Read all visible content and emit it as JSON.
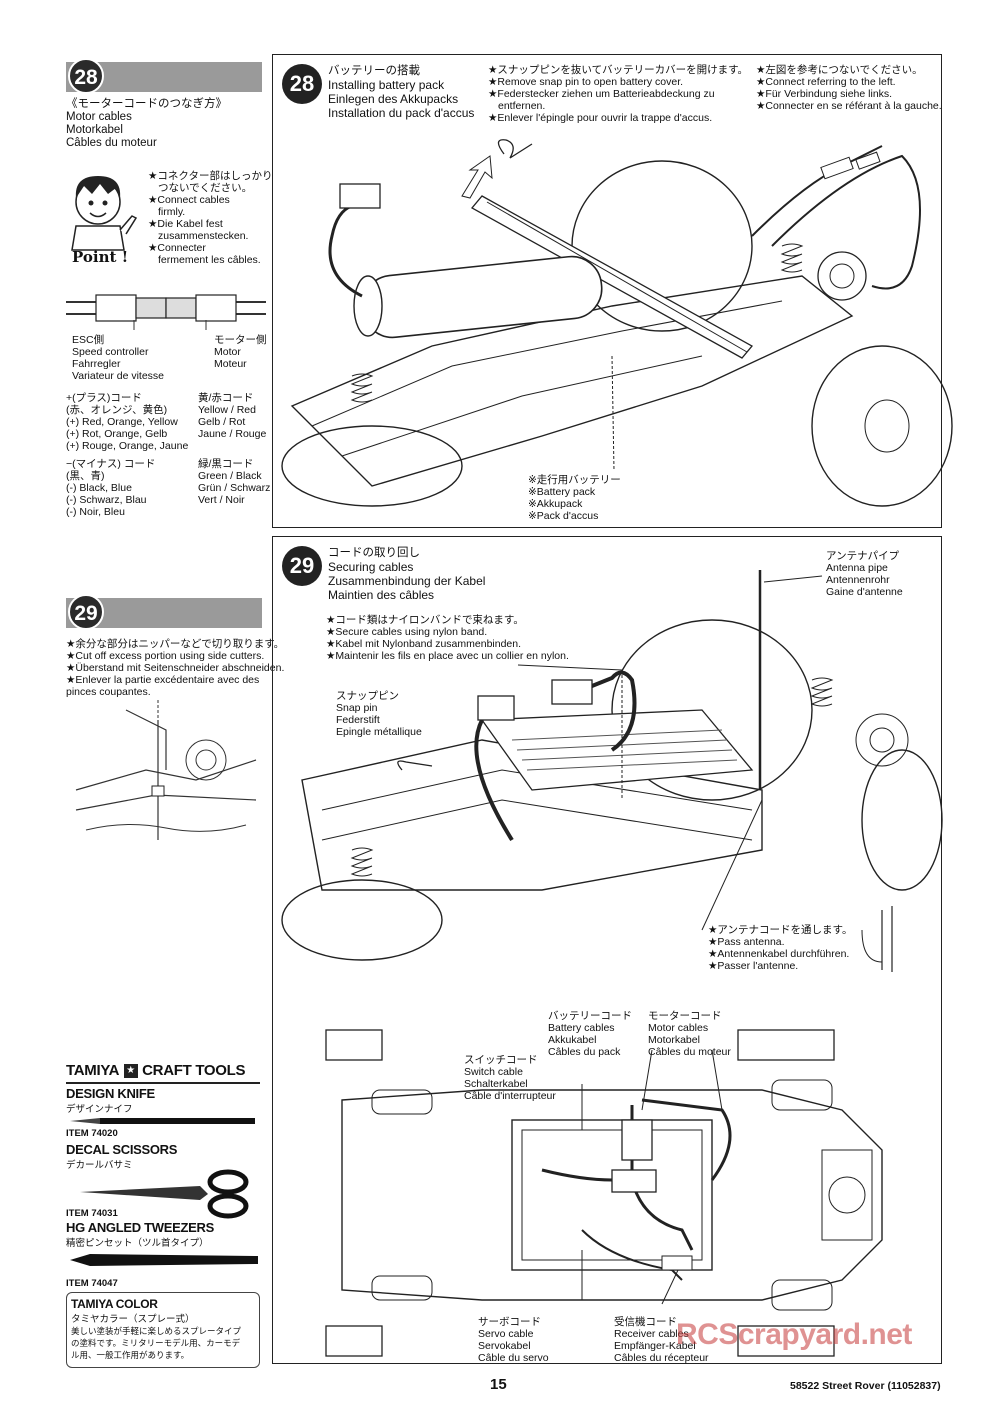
{
  "left": {
    "s28": {
      "number": "28",
      "lines": [
        "《モーターコードのつなぎ方》",
        "Motor cables",
        "Motorkabel",
        "Câbles du moteur"
      ],
      "point_label": "Point !",
      "point_lines": [
        "★コネクター部はしっかり",
        "つないでください。",
        "★Connect cables",
        "firmly.",
        "★Die Kabel fest",
        "zusammenstecken.",
        "★Connecter",
        "fermement les câbles."
      ],
      "esc_lines": [
        "ESC側",
        "Speed controller",
        "Fahrregler",
        "Variateur de vitesse"
      ],
      "motor_lines": [
        "モーター側",
        "Motor",
        "Moteur"
      ],
      "plus_lines": [
        "+(プラス)コード",
        "(赤、オレンジ、黄色)",
        "(+) Red, Orange, Yellow",
        "(+) Rot, Orange, Gelb",
        "(+) Rouge, Orange, Jaune"
      ],
      "plus_right_lines": [
        "黄/赤コード",
        "Yellow / Red",
        "Gelb / Rot",
        "Jaune / Rouge"
      ],
      "minus_lines": [
        "−(マイナス) コード",
        "(黒、青)",
        "(-) Black, Blue",
        "(-) Schwarz, Blau",
        "(-) Noir, Bleu"
      ],
      "minus_right_lines": [
        "緑/黒コード",
        "Green / Black",
        "Grün / Schwarz",
        "Vert / Noir"
      ]
    },
    "s29": {
      "number": "29",
      "lines": [
        "★余分な部分はニッパーなどで切り取ります。",
        "★Cut off excess portion using side cutters.",
        "★Überstand mit Seitenschneider abschneiden.",
        "★Enlever la partie excédentaire avec des",
        "pinces coupantes."
      ]
    },
    "tools": {
      "brand": "TAMIYA",
      "brand_suffix": "CRAFT TOOLS",
      "items": [
        {
          "name": "DESIGN KNIFE",
          "jp": "デザインナイフ",
          "item": "ITEM 74020"
        },
        {
          "name": "DECAL SCISSORS",
          "jp": "デカールバサミ",
          "item": "ITEM 74031"
        },
        {
          "name": "HG ANGLED TWEEZERS",
          "jp": "精密ピンセット（ツル首タイプ）",
          "item": "ITEM 74047"
        }
      ],
      "color_title": "TAMIYA COLOR",
      "color_jp": "タミヤカラー（スプレー式）",
      "color_lines": [
        "美しい塗装が手軽に楽しめるスプレータイプ",
        "の塗料です。ミリタリーモデル用、カーモデ",
        "ル用、一般工作用があります。"
      ]
    }
  },
  "step28": {
    "number": "28",
    "title_lines": [
      "バッテリーの搭載",
      "Installing battery pack",
      "Einlegen des Akkupacks",
      "Installation du pack d'accus"
    ],
    "snap_lines": [
      "★スナップピンを抜いてバッテリーカバーを開けます。",
      "★Remove snap pin to open battery cover.",
      "★Federstecker ziehen um Batterieabdeckung zu",
      "entfernen.",
      "★Enlever l'épingle pour ouvrir la trappe d'accus."
    ],
    "connect_lines": [
      "★左図を参考につないでください。",
      "★Connect referring to the left.",
      "★Für Verbindung siehe links.",
      "★Connecter en se référant à la gauche."
    ],
    "battery_lines": [
      "※走行用バッテリー",
      "※Battery pack",
      "※Akkupack",
      "※Pack d'accus"
    ]
  },
  "step29": {
    "number": "29",
    "title_lines": [
      "コードの取り回し",
      "Securing cables",
      "Zusammenbindung der Kabel",
      "Maintien des câbles"
    ],
    "band_lines": [
      "★コード類はナイロンバンドで束ねます。",
      "★Secure cables using nylon band.",
      "★Kabel mit Nylonband zusammenbinden.",
      "★Maintenir les fils en place avec un collier en nylon."
    ],
    "antenna_pipe_lines": [
      "アンテナパイプ",
      "Antenna pipe",
      "Antennenrohr",
      "Gaine d'antenne"
    ],
    "snap_pin_lines": [
      "スナップピン",
      "Snap pin",
      "Federstift",
      "Epingle métallique"
    ],
    "pass_antenna_lines": [
      "★アンテナコードを通します。",
      "★Pass antenna.",
      "★Antennenkabel durchführen.",
      "★Passer l'antenne."
    ],
    "battery_cables_lines": [
      "バッテリーコード",
      "Battery cables",
      "Akkukabel",
      "Câbles du pack"
    ],
    "motor_cables_lines": [
      "モーターコード",
      "Motor cables",
      "Motorkabel",
      "Câbles du moteur"
    ],
    "switch_lines": [
      "スイッチコード",
      "Switch cable",
      "Schalterkabel",
      "Câble d'interrupteur"
    ],
    "servo_lines": [
      "サーボコード",
      "Servo cable",
      "Servokabel",
      "Câble du servo"
    ],
    "receiver_lines": [
      "受信機コード",
      "Receiver cables",
      "Empfänger-Kabel",
      "Câbles du récepteur"
    ]
  },
  "footer": {
    "page_number": "15",
    "code": "58522 Street Rover (11052837)",
    "watermark": "RCScrapyard.net"
  }
}
